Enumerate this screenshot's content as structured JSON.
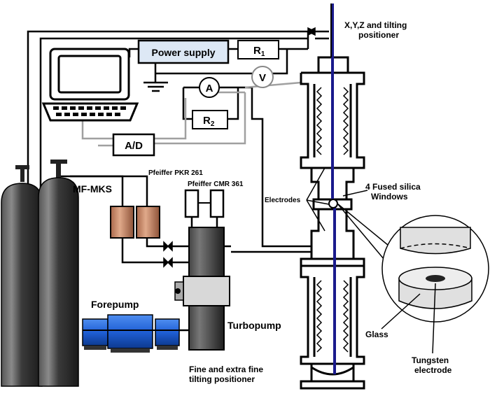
{
  "labels": {
    "positioner_top_line1": "X,Y,Z and tilting",
    "positioner_top_line2": "positioner",
    "power_supply": "Power supply",
    "r1": "R",
    "r1_sub": "1",
    "r2": "R",
    "r2_sub": "2",
    "voltmeter": "V",
    "ammeter": "A",
    "ad_converter": "A/D",
    "mf_mks": "MF-MKS",
    "pfeiffer_pkr": "Pfeiffer PKR 261",
    "pfeiffer_cmr": "Pfeiffer CMR 361",
    "electrodes": "Electrodes",
    "windows_line1": "4 Fused silica",
    "windows_line2": "Windows",
    "forepump": "Forepump",
    "turbopump": "Turbopump",
    "glass": "Glass",
    "tungsten_line1": "Tungsten",
    "tungsten_line2": "electrode",
    "positioner_bottom_line1": "Fine and extra fine",
    "positioner_bottom_line2": "tilting positioner"
  },
  "colors": {
    "power_supply_fill": "#dde8f5",
    "probe_rod": "#1a1a8c",
    "forepump": "#1f5fd6",
    "gauge_copper": "#c98a66",
    "cylinder": "#2f2f2f",
    "turbopump": "#2b2b2b",
    "signal_wire": "#a0a0a0"
  }
}
